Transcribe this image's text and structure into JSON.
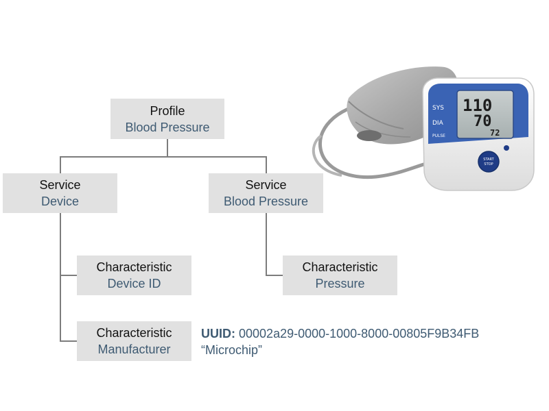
{
  "profile": {
    "line1": "Profile",
    "line2": "Blood Pressure"
  },
  "service_device": {
    "line1": "Service",
    "line2": "Device"
  },
  "service_bp": {
    "line1": "Service",
    "line2": "Blood Pressure"
  },
  "char_device_id": {
    "line1": "Characteristic",
    "line2": "Device ID"
  },
  "char_pressure": {
    "line1": "Characteristic",
    "line2": "Pressure"
  },
  "char_manufacturer": {
    "line1": "Characteristic",
    "line2": "Manufacturer"
  },
  "uuid_info": {
    "label": "UUID:",
    "value": "00002a29-0000-1000-8000-00805F9B34FB",
    "name": "“Microchip”"
  },
  "monitor": {
    "sys_label": "SYS",
    "dia_label": "DIA",
    "pulse_label": "PULSE",
    "sys_value": "110",
    "dia_value": "70",
    "pulse_value": "72",
    "button_line1": "START",
    "button_line2": "STOP"
  },
  "colors": {
    "box_fill": "#e1e1e1",
    "connector": "#7c7c7c",
    "accent_text": "#3e5a72",
    "monitor_blue": "#3a63b4"
  }
}
